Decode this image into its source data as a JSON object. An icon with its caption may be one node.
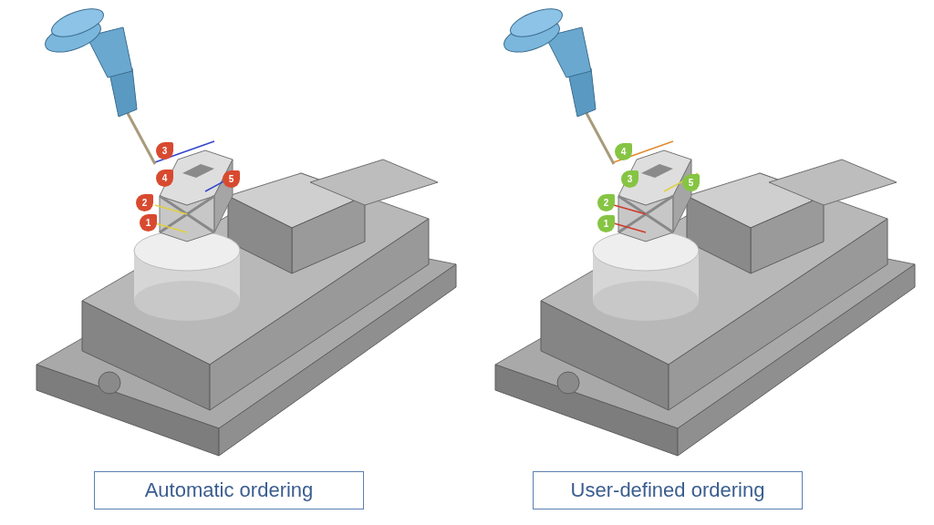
{
  "diagram": {
    "nodes": [
      {
        "text": [
          "3"
        ]
      },
      {
        "text": [
          "4"
        ]
      },
      {
        "text": [
          "5"
        ]
      },
      {
        "text": [
          "2"
        ]
      },
      {
        "text": [
          "1"
        ]
      },
      {
        "text": [
          "4"
        ]
      },
      {
        "text": [
          "3"
        ]
      },
      {
        "text": [
          "5"
        ]
      },
      {
        "text": [
          "2"
        ]
      },
      {
        "text": [
          "1"
        ]
      },
      {
        "text": [
          "Automatic ordering"
        ]
      },
      {
        "text": [
          "User-defined ordering"
        ]
      }
    ]
  }
}
